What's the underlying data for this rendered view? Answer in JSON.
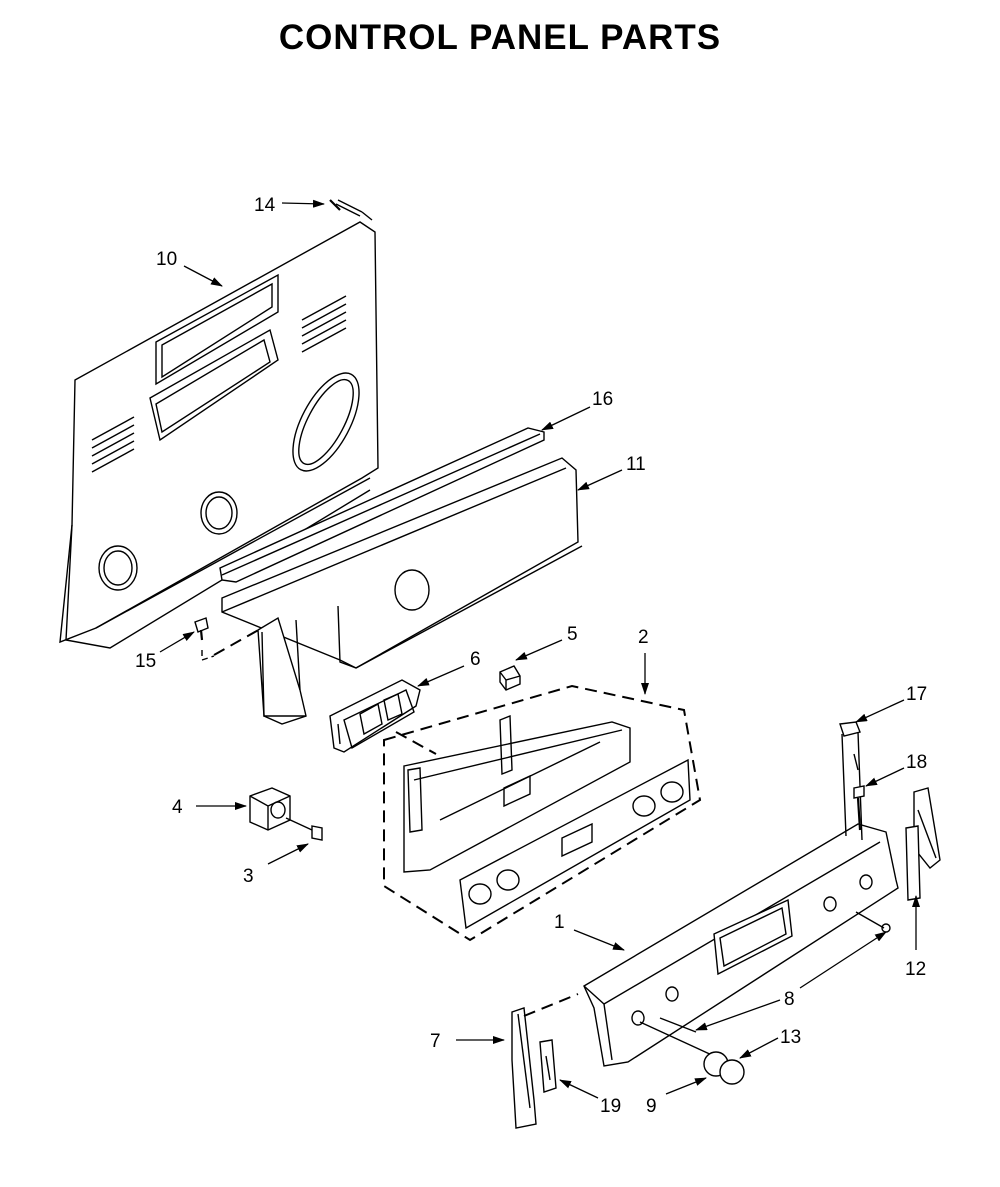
{
  "title": "CONTROL PANEL PARTS",
  "callouts": [
    {
      "id": "c1",
      "label": "1"
    },
    {
      "id": "c2",
      "label": "2"
    },
    {
      "id": "c3",
      "label": "3"
    },
    {
      "id": "c4",
      "label": "4"
    },
    {
      "id": "c5",
      "label": "5"
    },
    {
      "id": "c6",
      "label": "6"
    },
    {
      "id": "c7",
      "label": "7"
    },
    {
      "id": "c8",
      "label": "8"
    },
    {
      "id": "c9",
      "label": "9"
    },
    {
      "id": "c10",
      "label": "10"
    },
    {
      "id": "c11",
      "label": "11"
    },
    {
      "id": "c12",
      "label": "12"
    },
    {
      "id": "c13",
      "label": "13"
    },
    {
      "id": "c14",
      "label": "14"
    },
    {
      "id": "c15",
      "label": "15"
    },
    {
      "id": "c16",
      "label": "16"
    },
    {
      "id": "c17",
      "label": "17"
    },
    {
      "id": "c18",
      "label": "18"
    },
    {
      "id": "c19",
      "label": "19"
    }
  ]
}
